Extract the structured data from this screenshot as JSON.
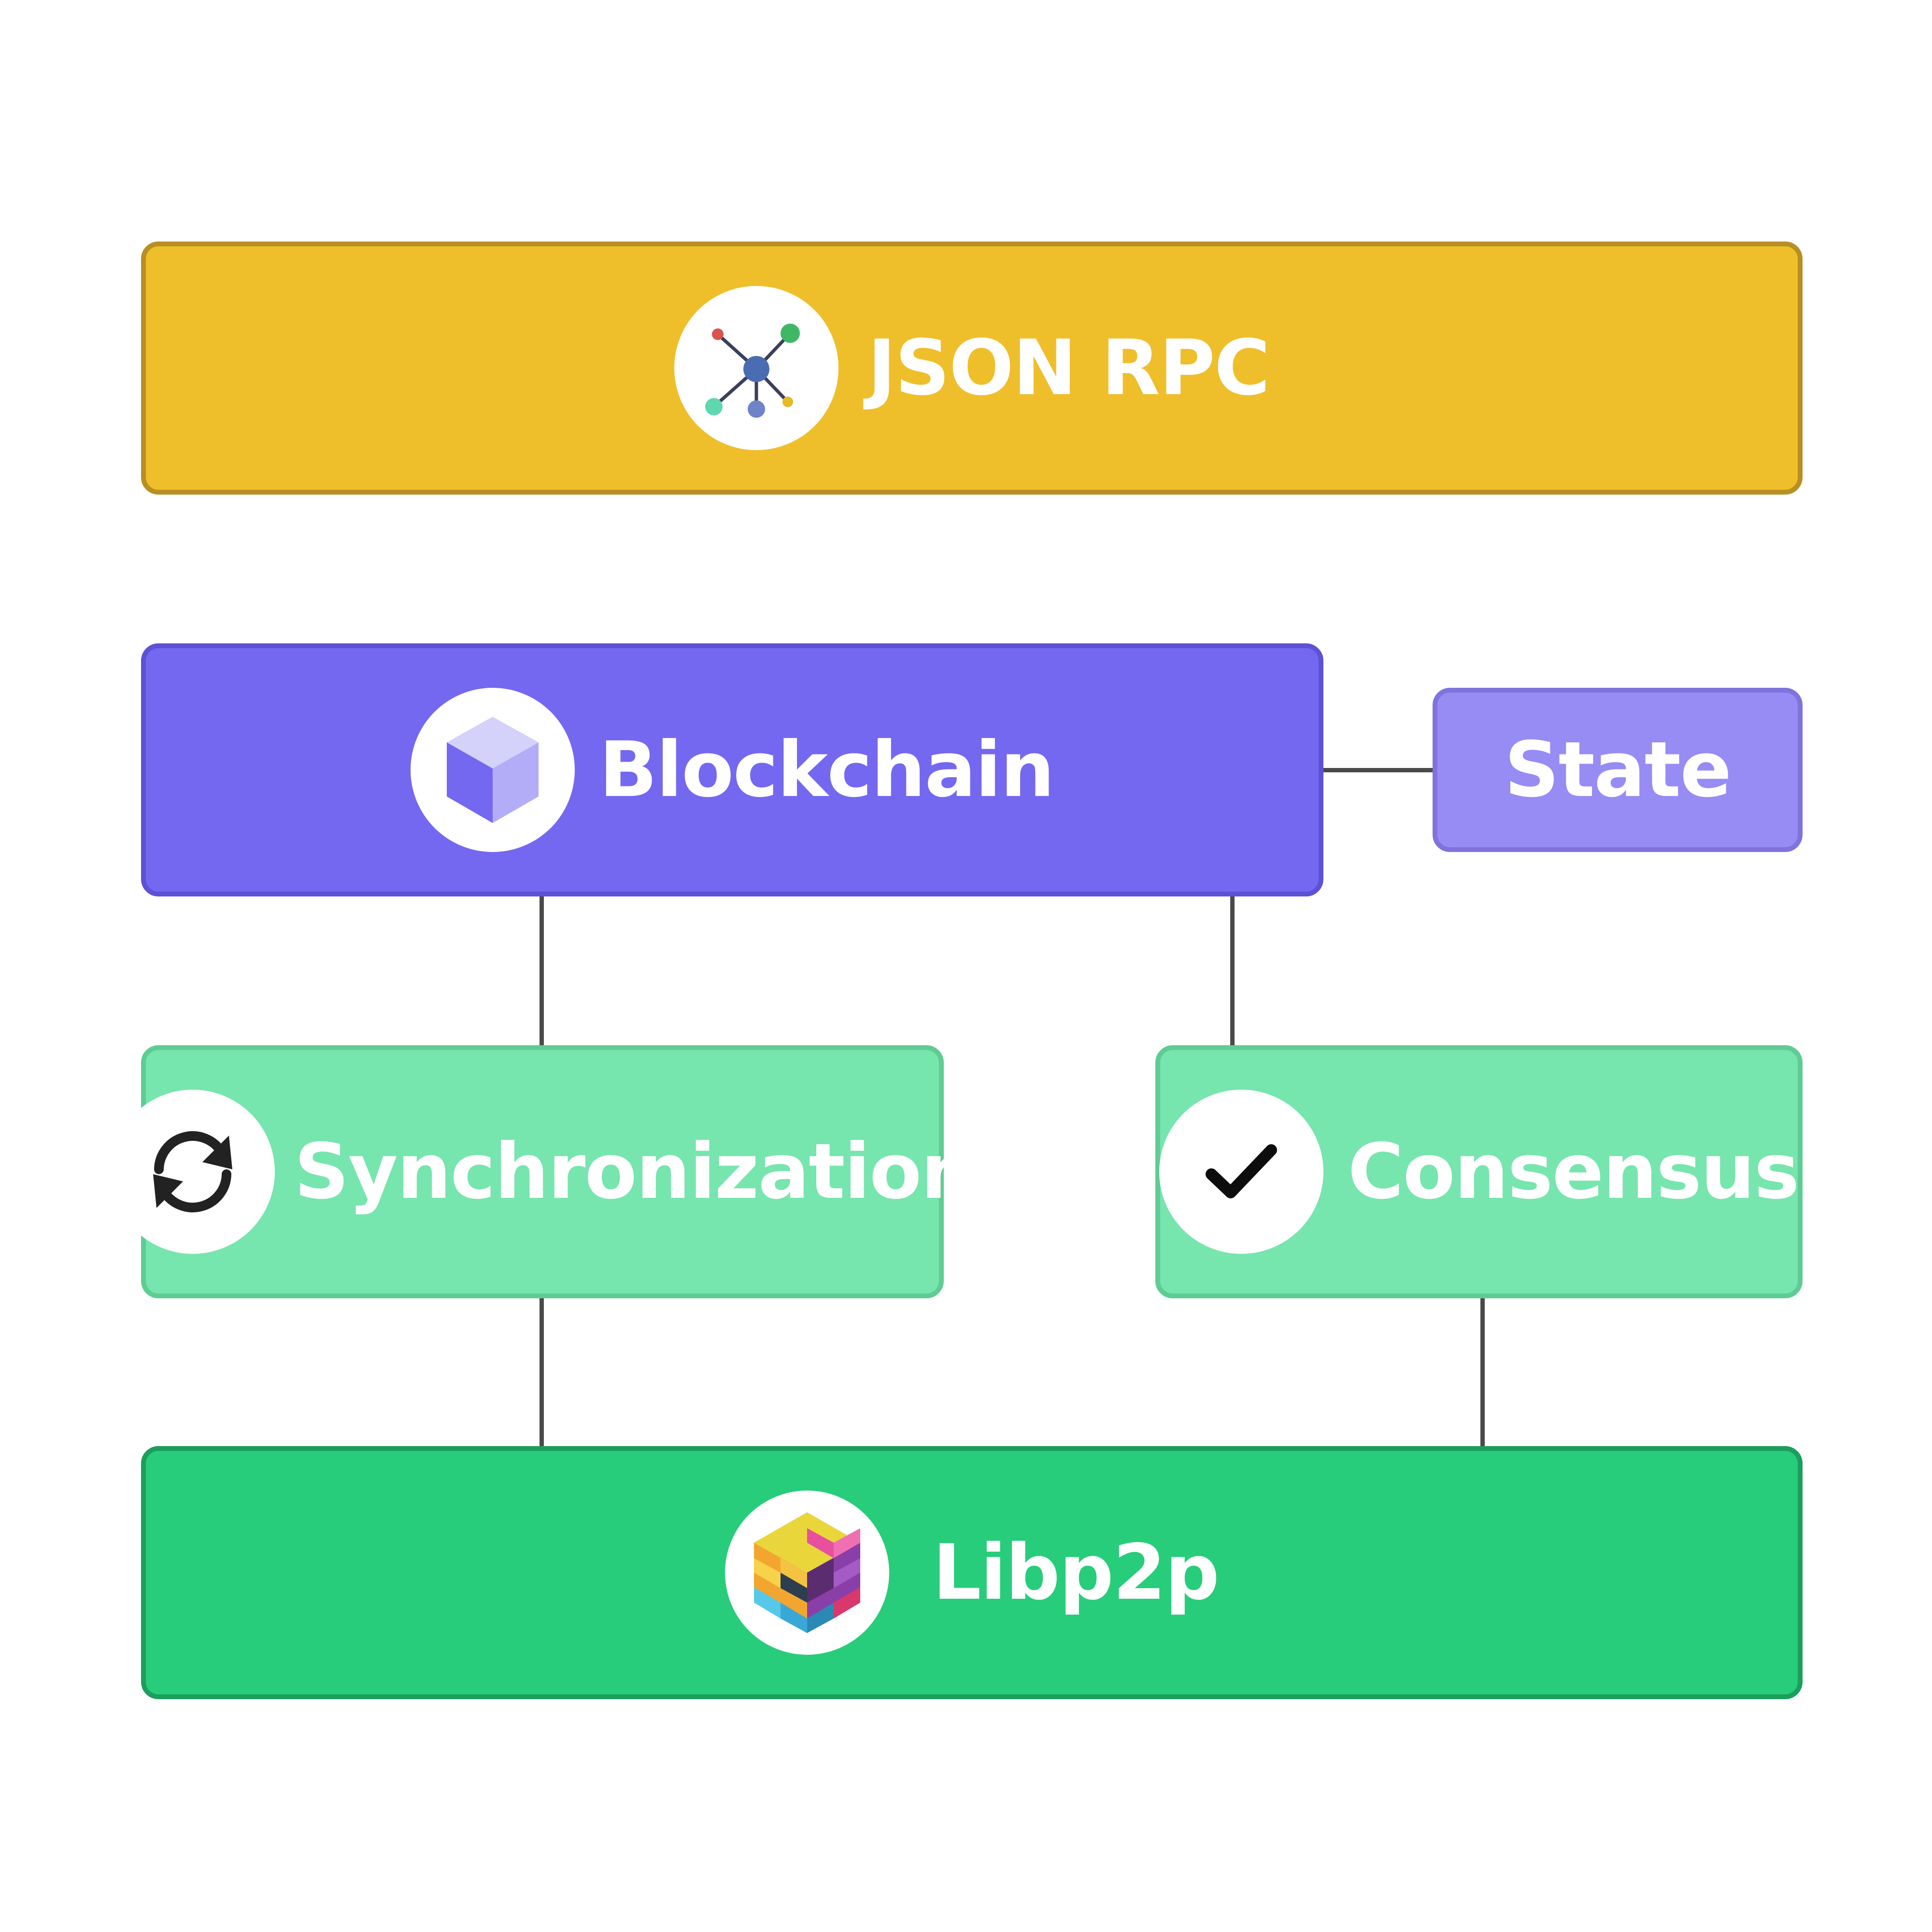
{
  "diagram": {
    "nodes": {
      "jsonrpc": {
        "label": "JSON RPC",
        "icon": "network-hub-icon",
        "color": "#efbe2b"
      },
      "blockchain": {
        "label": "Blockchain",
        "icon": "cube-icon",
        "color": "#7468f0"
      },
      "state": {
        "label": "State",
        "color": "#978cf4"
      },
      "synchronization": {
        "label": "Synchronization",
        "icon": "sync-arrows-icon",
        "color": "#77e5ae"
      },
      "consensus": {
        "label": "Consensus",
        "icon": "checkmark-icon",
        "color": "#77e5ae"
      },
      "libp2p": {
        "label": "Libp2p",
        "icon": "libp2p-logo-icon",
        "color": "#27cd7a"
      }
    },
    "edges": [
      {
        "from": "blockchain",
        "to": "state"
      },
      {
        "from": "blockchain",
        "to": "synchronization"
      },
      {
        "from": "blockchain",
        "to": "consensus"
      },
      {
        "from": "synchronization",
        "to": "libp2p"
      },
      {
        "from": "consensus",
        "to": "libp2p"
      }
    ]
  }
}
